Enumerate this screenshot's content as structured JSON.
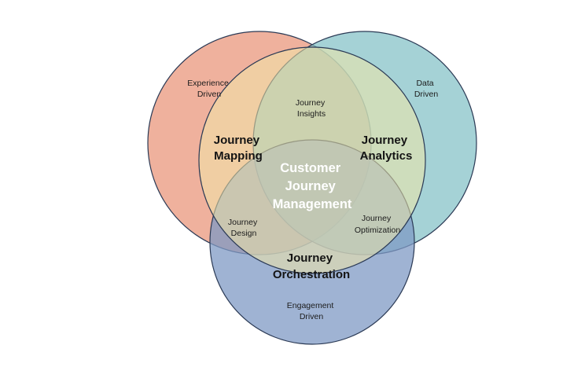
{
  "diagram": {
    "circles": {
      "experience": {
        "label": [
          "Experience",
          "Driven"
        ],
        "color": "#eca38c"
      },
      "data": {
        "label": [
          "Data",
          "Driven"
        ],
        "color": "#7fbfc4"
      },
      "engagement": {
        "label": [
          "Engagement",
          "Driven"
        ],
        "color": "#7f99c4"
      },
      "customer": {
        "label": [],
        "color": "#f1e5a8"
      }
    },
    "regions": {
      "journey_mapping": [
        "Journey",
        "Mapping"
      ],
      "journey_analytics": [
        "Journey",
        "Analytics"
      ],
      "journey_orchestration": [
        "Journey",
        "Orchestration"
      ],
      "journey_insights": [
        "Journey",
        "Insights"
      ],
      "journey_design": [
        "Journey",
        "Design"
      ],
      "journey_optimization": [
        "Journey",
        "Optimization"
      ],
      "center": [
        "Customer",
        "Journey",
        "Management"
      ]
    }
  }
}
